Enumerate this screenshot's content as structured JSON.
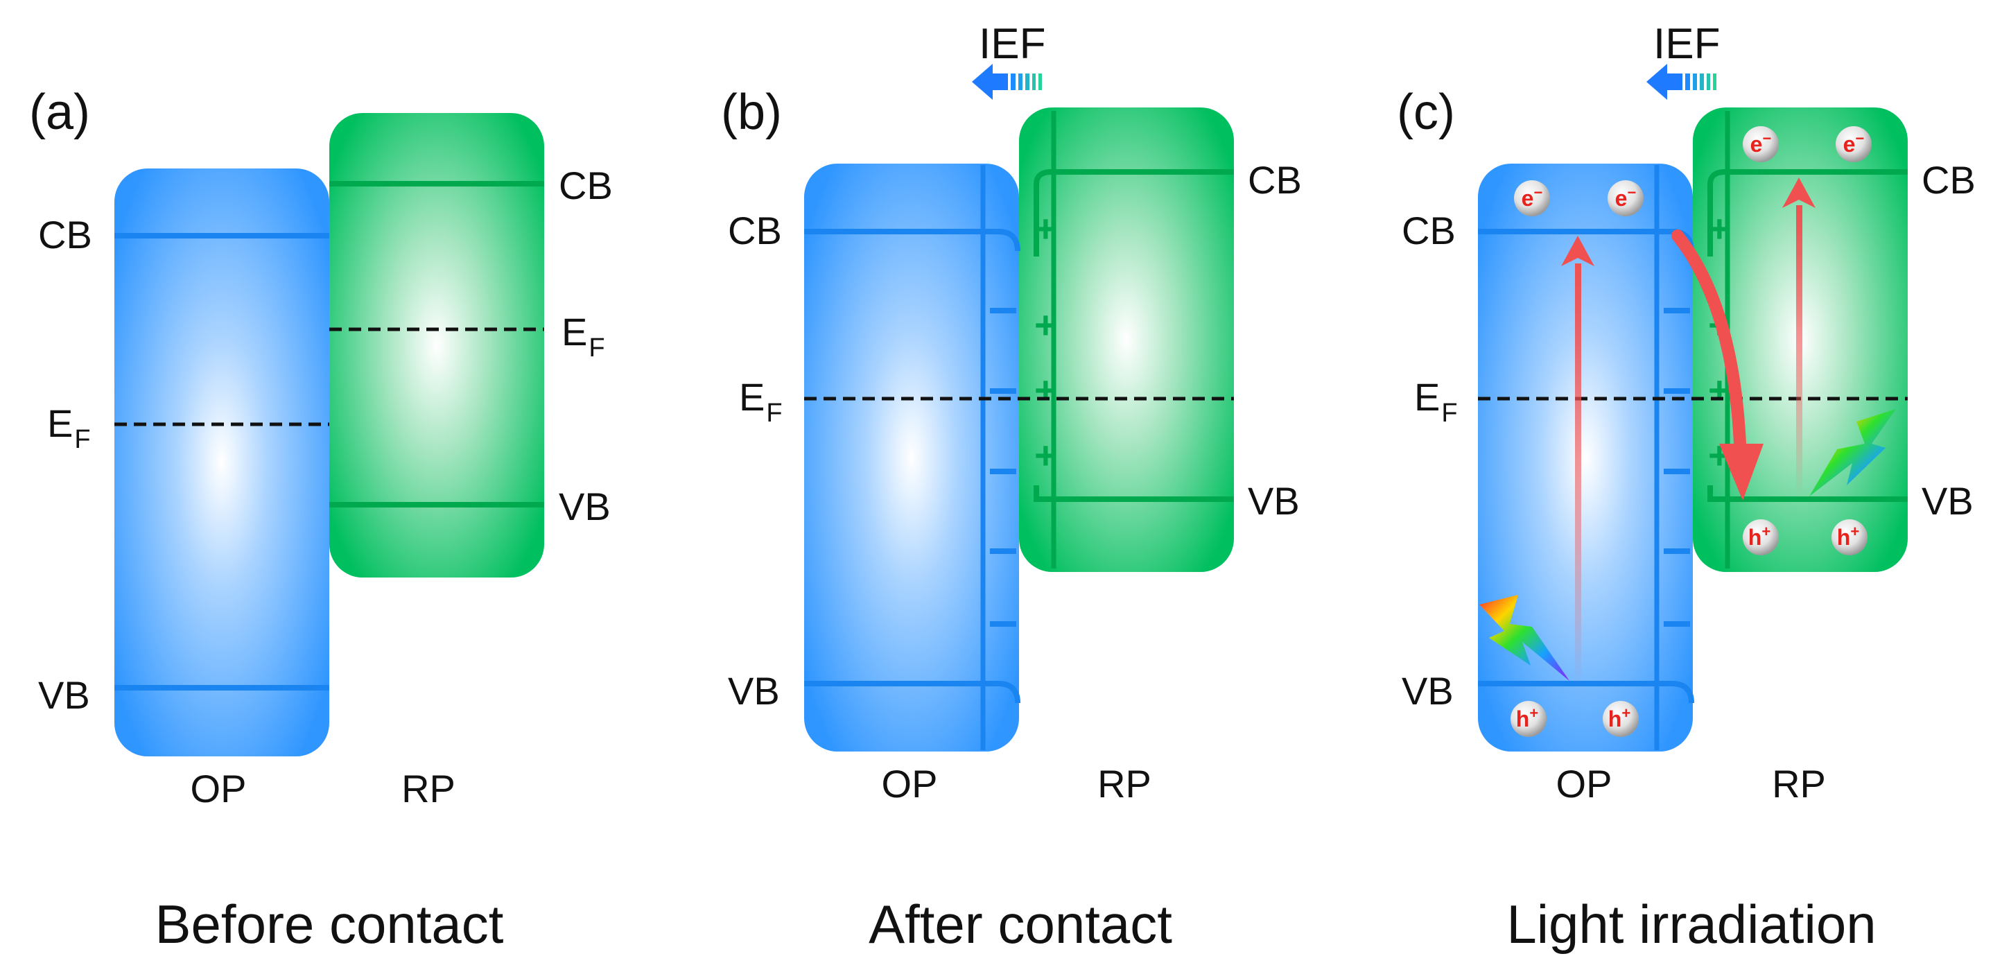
{
  "colors": {
    "op_band": "#1e90ff",
    "rp_band": "#00bf5f",
    "band_line_op": "#1a84f0",
    "band_line_rp": "#00a84e",
    "arrow_red": "#f05050",
    "text": "#111111"
  },
  "labels": {
    "cb": "CB",
    "vb": "VB",
    "ef_main": "E",
    "ef_sub": "F",
    "op": "OP",
    "rp": "RP",
    "ief": "IEF",
    "electron": "e",
    "electron_sup": "−",
    "hole": "h",
    "hole_sup": "+",
    "plus": "+"
  },
  "panels": [
    {
      "tag": "(a)",
      "caption": "Before contact"
    },
    {
      "tag": "(b)",
      "caption": "After contact"
    },
    {
      "tag": "(c)",
      "caption": "Light irradiation"
    }
  ],
  "icons": {
    "ief_arrow": "left-arrow-icon",
    "light": "lightning-icon",
    "electron": "electron-icon",
    "hole": "hole-icon"
  }
}
